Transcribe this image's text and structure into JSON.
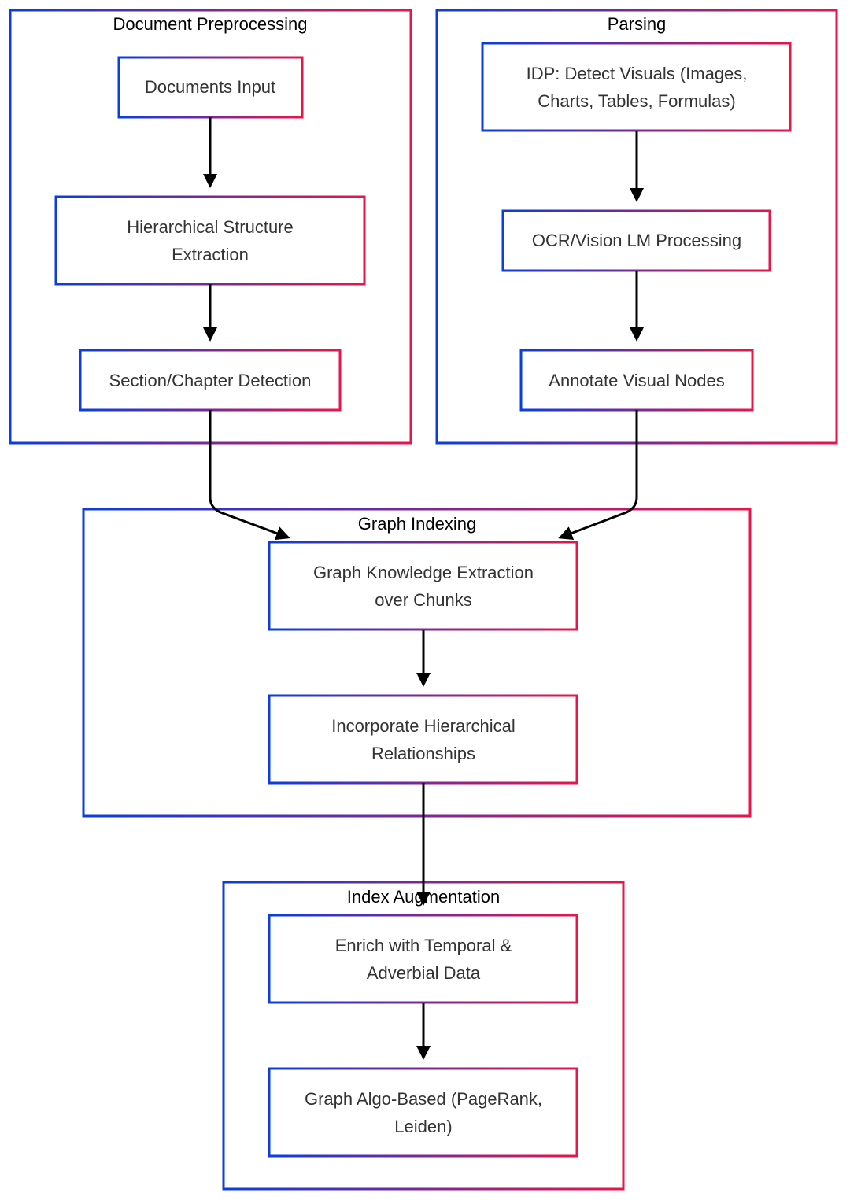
{
  "colors": {
    "gradient_start": "#0b3de0",
    "gradient_end": "#e8154a",
    "edge": "#000000",
    "node_text": "#333333",
    "group_text": "#000000",
    "background": "#ffffff"
  },
  "groups": {
    "preprocessing": {
      "title": "Document Preprocessing"
    },
    "parsing": {
      "title": "Parsing"
    },
    "indexing": {
      "title": "Graph Indexing"
    },
    "augmentation": {
      "title": "Index Augmentation"
    }
  },
  "nodes": {
    "documents_input": {
      "lines": [
        "Documents Input"
      ]
    },
    "hierarchical_structure": {
      "lines": [
        "Hierarchical Structure",
        "Extraction"
      ]
    },
    "section_detection": {
      "lines": [
        "Section/Chapter Detection"
      ]
    },
    "idp_detect": {
      "lines": [
        "IDP: Detect Visuals (Images,",
        "Charts, Tables, Formulas)"
      ]
    },
    "ocr_vision": {
      "lines": [
        "OCR/Vision LM Processing"
      ]
    },
    "annotate_visual": {
      "lines": [
        "Annotate Visual Nodes"
      ]
    },
    "graph_knowledge": {
      "lines": [
        "Graph Knowledge Extraction",
        "over Chunks"
      ]
    },
    "incorporate_hierarchical": {
      "lines": [
        "Incorporate Hierarchical",
        "Relationships"
      ]
    },
    "enrich_temporal": {
      "lines": [
        "Enrich with Temporal &",
        "Adverbial Data"
      ]
    },
    "graph_algo": {
      "lines": [
        "Graph Algo-Based (PageRank,",
        "Leiden)"
      ]
    }
  },
  "edges": [
    {
      "from": "documents_input",
      "to": "hierarchical_structure"
    },
    {
      "from": "hierarchical_structure",
      "to": "section_detection"
    },
    {
      "from": "idp_detect",
      "to": "ocr_vision"
    },
    {
      "from": "ocr_vision",
      "to": "annotate_visual"
    },
    {
      "from": "section_detection",
      "to": "graph_knowledge"
    },
    {
      "from": "annotate_visual",
      "to": "graph_knowledge"
    },
    {
      "from": "graph_knowledge",
      "to": "incorporate_hierarchical"
    },
    {
      "from": "incorporate_hierarchical",
      "to": "enrich_temporal"
    },
    {
      "from": "enrich_temporal",
      "to": "graph_algo"
    }
  ]
}
